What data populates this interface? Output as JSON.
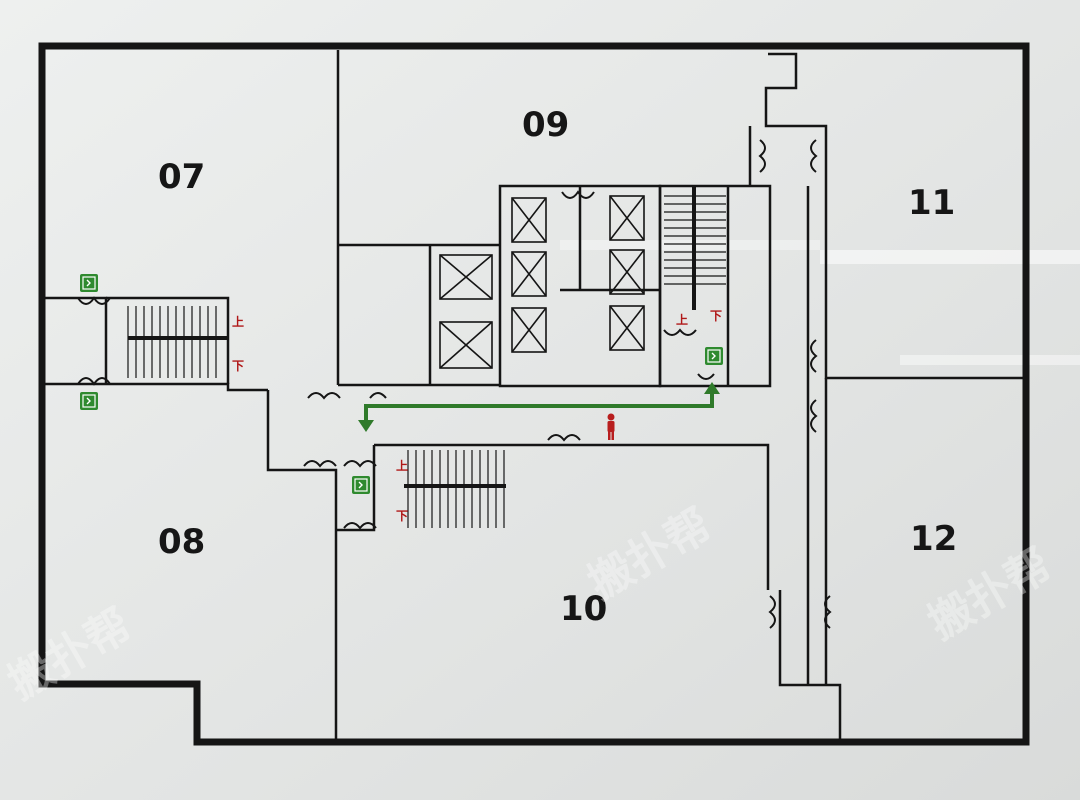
{
  "rooms": {
    "r07": "07",
    "r08": "08",
    "r09": "09",
    "r10": "10",
    "r11": "11",
    "r12": "12"
  },
  "stairs": {
    "up": "上",
    "down": "下"
  },
  "exit_sign": {
    "text": "EXIT",
    "color": "#2f8a2f"
  },
  "route_color": "#2f7a2a",
  "you_are_here_color": "#b81e1e",
  "watermark": {
    "text": "搬扑帮"
  }
}
